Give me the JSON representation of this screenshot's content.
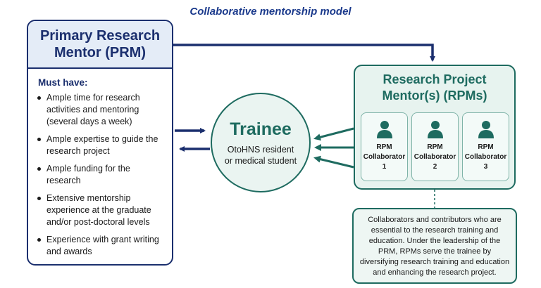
{
  "title": "Collaborative mentorship model",
  "prm": {
    "title_line1": "Primary Research",
    "title_line2": "Mentor (PRM)",
    "must_have_label": "Must have:",
    "requirements": [
      "Ample time for research activities and mentoring (several days a week)",
      "Ample expertise to guide the research project",
      "Ample funding for the research",
      "Extensive mentorship experience at the graduate and/or post-doctoral levels",
      "Experience with grant writing and awards"
    ]
  },
  "trainee": {
    "title": "Trainee",
    "subtitle_line1": "OtoHNS resident",
    "subtitle_line2": "or medical student"
  },
  "rpm": {
    "title_line1": "Research Project",
    "title_line2": "Mentor(s) (RPMs)",
    "collaborators": [
      {
        "line1": "RPM",
        "line2": "Collaborator",
        "number": "1",
        "icon": "person-icon"
      },
      {
        "line1": "RPM",
        "line2": "Collaborator",
        "number": "2",
        "icon": "person-icon"
      },
      {
        "line1": "RPM",
        "line2": "Collaborator",
        "number": "3",
        "icon": "person-icon"
      }
    ]
  },
  "description": "Collaborators and contributors who are essential to the research training and education. Under the leadership of the PRM, RPMs serve the trainee by diversifying research training and education and enhancing the research project.",
  "colors": {
    "prm_navy": "#1b2f6e",
    "title_blue": "#1b3a8c",
    "rpm_teal": "#1e6b60",
    "rpm_fill": "#e7f3ef",
    "prm_header_fill": "#e4ecf7"
  }
}
